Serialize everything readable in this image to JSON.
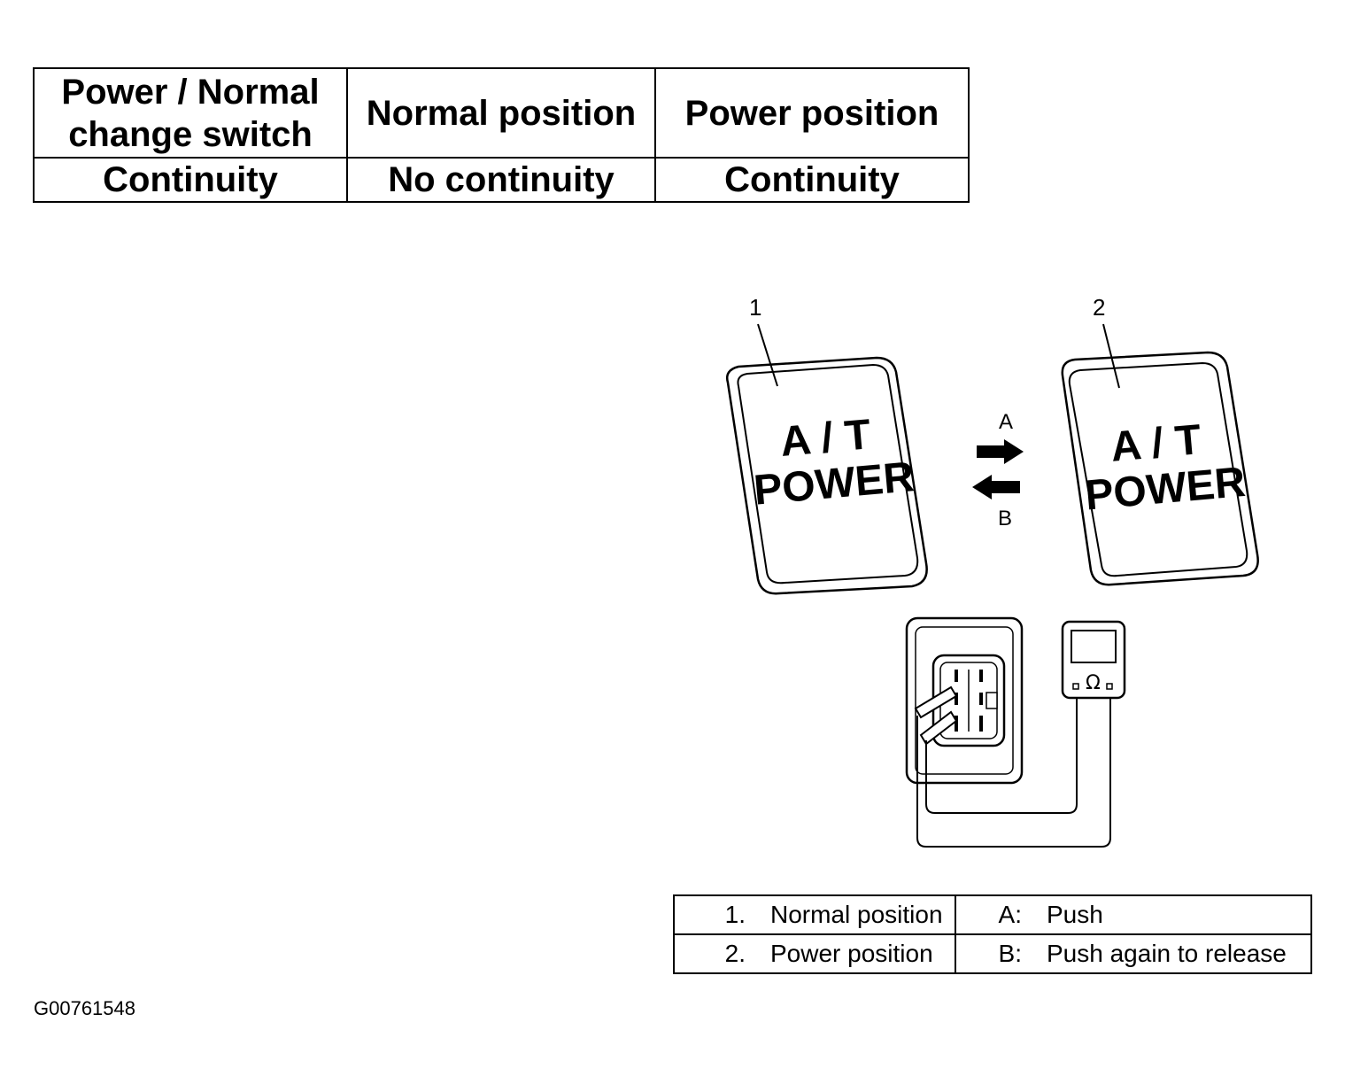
{
  "continuity_table": {
    "header": [
      "Power / Normal change switch",
      "Normal position",
      "Power position"
    ],
    "row": [
      "Continuity",
      "No continuity",
      "Continuity"
    ]
  },
  "diagram": {
    "callout_1": "1",
    "callout_2": "2",
    "switch_1_line1": "A / T",
    "switch_1_line2": "POWER",
    "switch_2_line1": "A / T",
    "switch_2_line2": "POWER",
    "arrow_a_label": "A",
    "arrow_b_label": "B",
    "meter_symbol": "Ω"
  },
  "legend": [
    {
      "num": "1.",
      "text": "Normal position",
      "key": "A:",
      "desc": "Push"
    },
    {
      "num": "2.",
      "text": "Power position",
      "key": "B:",
      "desc": "Push again to release"
    }
  ],
  "figure_id": "G00761548"
}
